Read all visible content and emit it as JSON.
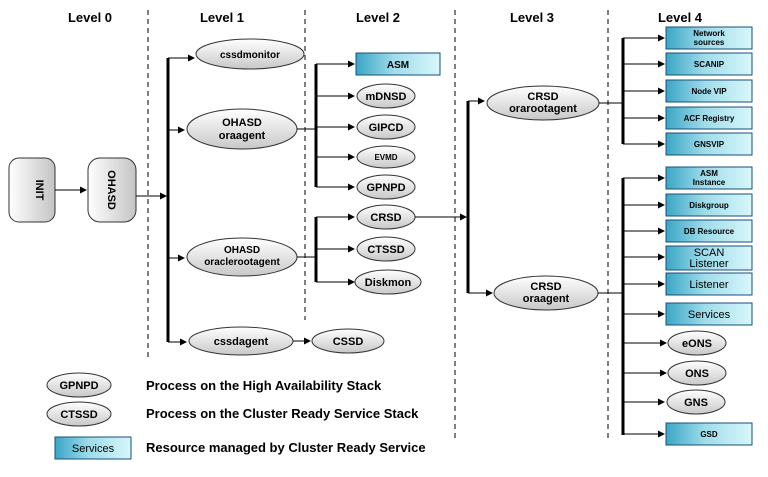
{
  "levels": [
    "Level 0",
    "Level 1",
    "Level 2",
    "Level 3",
    "Level 4"
  ],
  "level0": {
    "init": "INIT",
    "ohasd": "OHASD"
  },
  "level1": {
    "cssdmonitor": "cssdmonitor",
    "ohasd_oraagent": [
      "OHASD",
      "oraagent"
    ],
    "ohasd_oraclerootagent": [
      "OHASD",
      "oraclerootagent"
    ],
    "cssdagent": "cssdagent"
  },
  "level2": {
    "asm": "ASM",
    "mdnsd": "mDNSD",
    "gipcd": "GIPCD",
    "evmd": "EVMD",
    "gpnpd": "GPNPD",
    "crsd": "CRSD",
    "ctssd": "CTSSD",
    "diskmon": "Diskmon",
    "cssd": "CSSD"
  },
  "level3": {
    "crsd_orarootagent": [
      "CRSD",
      "orarootagent"
    ],
    "crsd_oraagent": [
      "CRSD",
      "oraagent"
    ]
  },
  "level4": {
    "network_sources": [
      "Network",
      "sources"
    ],
    "scanip": "SCANIP",
    "node_vip": "Node VIP",
    "acf_registry": "ACF Registry",
    "gnsvip": "GNSVIP",
    "asm_instance": [
      "ASM",
      "Instance"
    ],
    "diskgroup": "Diskgroup",
    "db_resource": "DB Resource",
    "scan_listener": [
      "SCAN",
      "Listener"
    ],
    "listener": "Listener",
    "services": "Services",
    "eons": "eONS",
    "ons": "ONS",
    "gns": "GNS",
    "gsd": "GSD"
  },
  "legend": {
    "ha_sample": "GPNPD",
    "ha_text": "Process on the  High Availability Stack",
    "crs_sample": "CTSSD",
    "crs_text": "Process on the Cluster Ready Service  Stack",
    "res_sample": "Services",
    "res_text": "Resource managed by Cluster Ready Service"
  },
  "colors": {
    "ellipse": "#dcdcdc",
    "box_light": "#b7ecf3",
    "box_dark": "#2aa0c3",
    "line": "#000000"
  }
}
